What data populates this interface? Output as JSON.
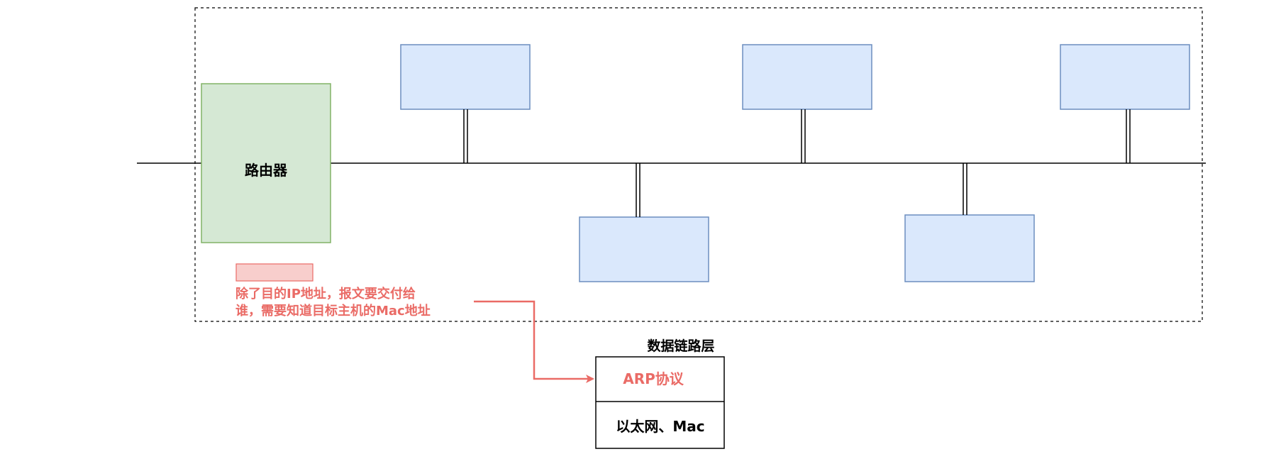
{
  "diagram": {
    "router_label": "路由器",
    "annotation_lines": [
      "除了目的IP地址，报文要交付给",
      "谁，需要知道目标主机的Mac地址"
    ],
    "data_link_label": "数据链路层",
    "arp_label": "ARP协议",
    "ethernet_label": "以太网、Mac",
    "colors": {
      "router_fill": "#d5e8d4",
      "router_stroke": "#82b366",
      "host_fill": "#dae8fc",
      "host_stroke": "#6c8ebf",
      "annotation": "#ea6b66",
      "annotation_box_fill": "#f8cecc",
      "line": "#000000"
    }
  }
}
